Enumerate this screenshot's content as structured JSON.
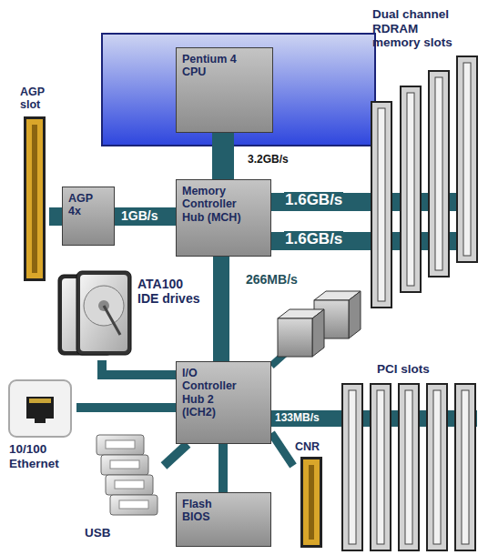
{
  "diagram": {
    "nodes": [
      {
        "text": [
          "Pentium 4 CPU"
        ]
      },
      {
        "text": [
          "AGP slot"
        ]
      },
      {
        "text": [
          "AGP 4x"
        ]
      },
      {
        "text": [
          "Memory Controller Hub (MCH)"
        ]
      },
      {
        "text": [
          "Dual channel RDRAM memory slots"
        ]
      },
      {
        "text": [
          "ATA100 IDE drives"
        ]
      },
      {
        "text": [
          "I/O Controller Hub 2 (ICH2)"
        ]
      },
      {
        "text": [
          "10/100 Ethernet"
        ]
      },
      {
        "text": [
          "USB"
        ]
      },
      {
        "text": [
          "Flash BIOS"
        ]
      },
      {
        "text": [
          "CNR"
        ]
      },
      {
        "text": [
          "PCI slots"
        ]
      }
    ],
    "edges": [
      {
        "from": 0,
        "to": 3,
        "arrow": "none",
        "label": "3.2GB/s"
      },
      {
        "from": 3,
        "to": 2,
        "arrow": "none",
        "label": "1GB/s"
      },
      {
        "from": 2,
        "to": 1,
        "arrow": "none"
      },
      {
        "from": 3,
        "to": 4,
        "arrow": "none",
        "label": "1.6GB/s"
      },
      {
        "from": 3,
        "to": 4,
        "arrow": "none",
        "label": "1.6GB/s"
      },
      {
        "from": 3,
        "to": 6,
        "arrow": "none",
        "label": "266MB/s"
      },
      {
        "from": 6,
        "to": 5,
        "arrow": "none"
      },
      {
        "from": 6,
        "to": 7,
        "arrow": "none"
      },
      {
        "from": 6,
        "to": 8,
        "arrow": "none"
      },
      {
        "from": 6,
        "to": 9,
        "arrow": "none"
      },
      {
        "from": 6,
        "to": 10,
        "arrow": "none"
      },
      {
        "from": 6,
        "to": 11,
        "arrow": "none",
        "label": "133MB/s"
      }
    ]
  }
}
